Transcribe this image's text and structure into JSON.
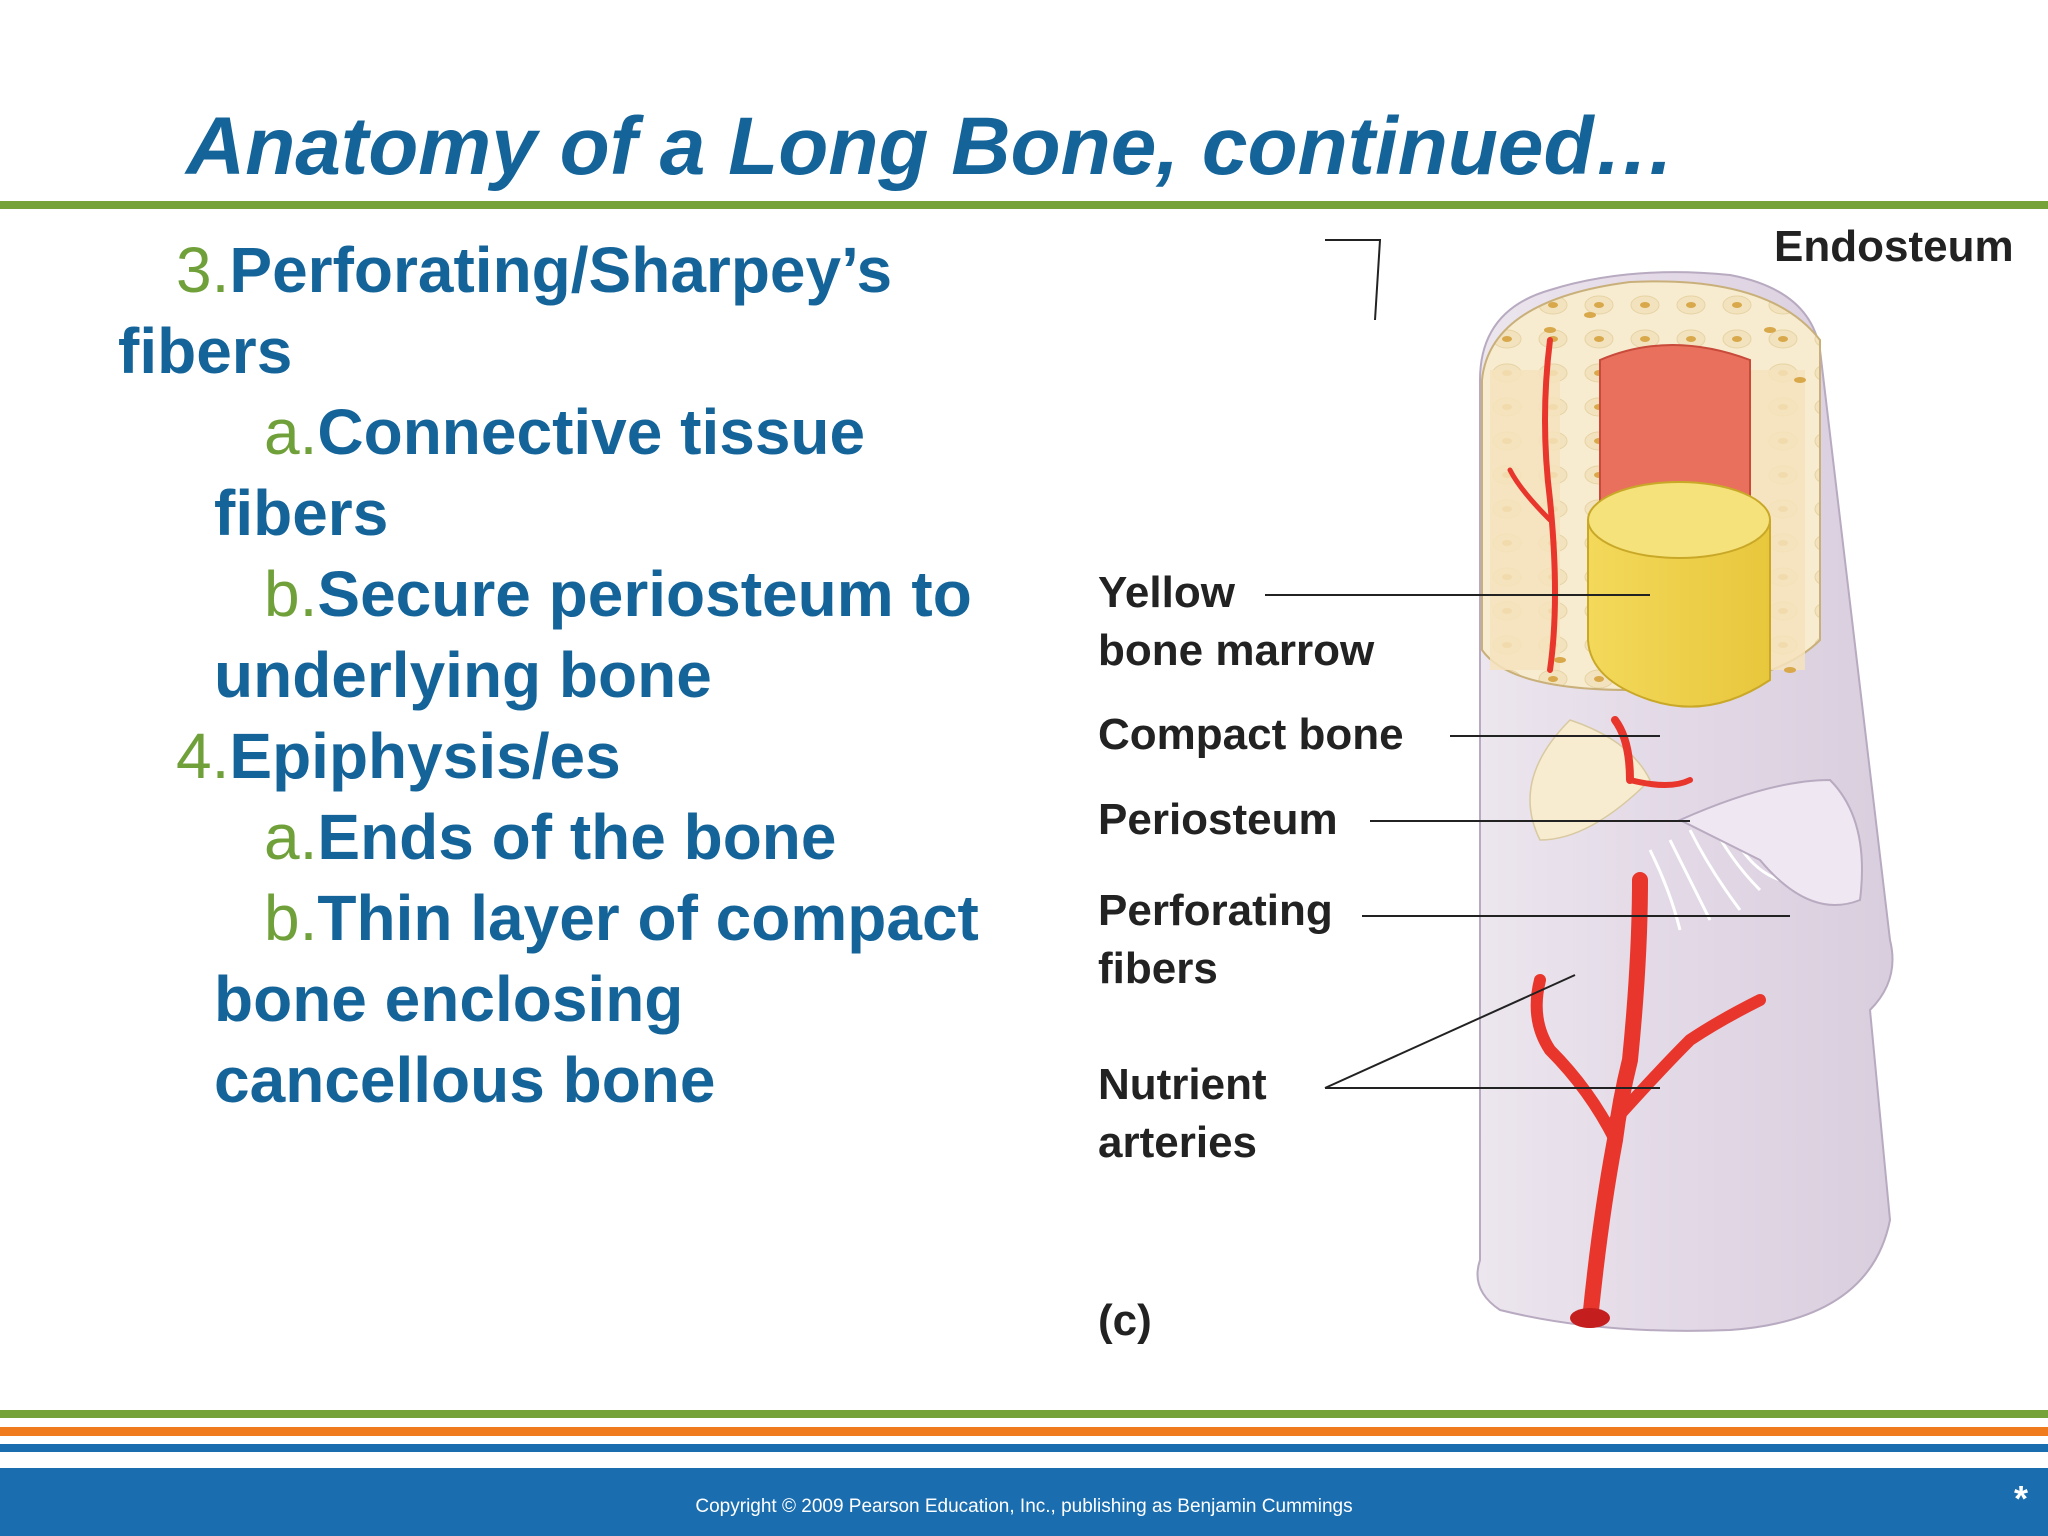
{
  "title": "Anatomy of a Long Bone, continued…",
  "outline": {
    "item3": {
      "num": "3.",
      "text": "Perforating/Sharpey’s",
      "cont": "fibers"
    },
    "item3a": {
      "num": "a.",
      "text": "Connective tissue",
      "cont": "fibers"
    },
    "item3b": {
      "num": "b.",
      "text": "Secure periosteum to",
      "cont": "underlying bone"
    },
    "item4": {
      "num": "4.",
      "text": "Epiphysis/es"
    },
    "item4a": {
      "num": "a.",
      "text": "Ends of the bone"
    },
    "item4b": {
      "num": "b.",
      "text": "Thin layer of compact",
      "cont1": "bone enclosing",
      "cont2": "cancellous bone"
    }
  },
  "figure": {
    "labels": {
      "endosteum": "Endosteum",
      "yellow_marrow_1": "Yellow",
      "yellow_marrow_2": "bone marrow",
      "compact_bone": "Compact bone",
      "periosteum": "Periosteum",
      "perforating_1": "Perforating",
      "perforating_2": "fibers",
      "nutrient_1": "Nutrient",
      "nutrient_2": "arteries",
      "panel": "(c)"
    }
  },
  "footer": {
    "copyright": "Copyright © 2009 Pearson Education, Inc., publishing as Benjamin Cummings",
    "marker": "*"
  },
  "colors": {
    "title_blue": "#14649a",
    "accent_green": "#76a23a",
    "footer_orange": "#f07a1e",
    "footer_blue": "#1a6daf",
    "artery_red": "#e8362c"
  }
}
